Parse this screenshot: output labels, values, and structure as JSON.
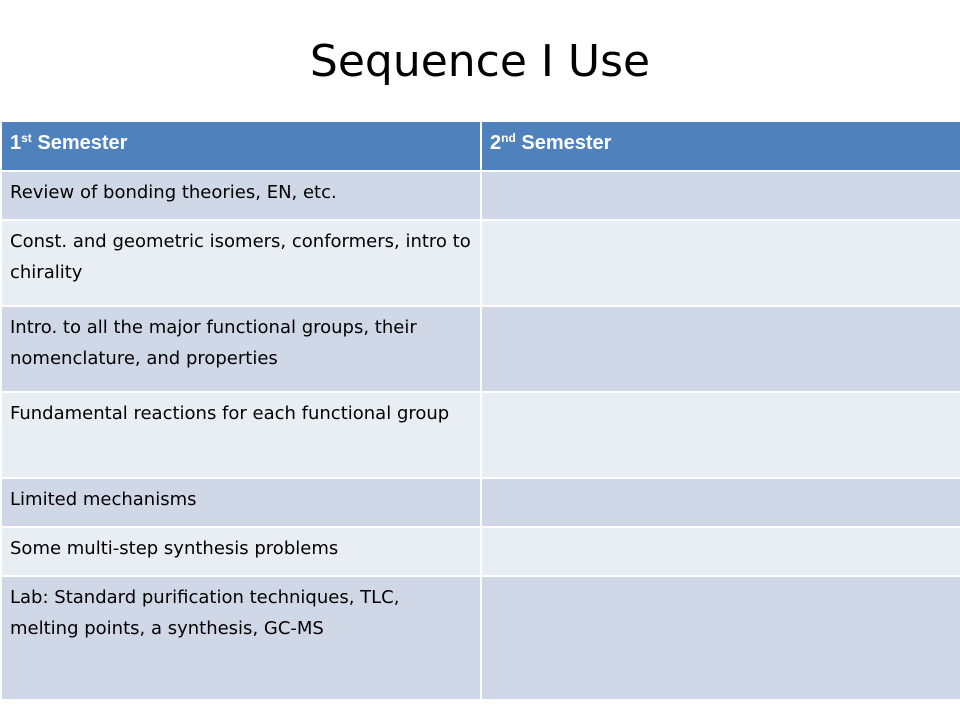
{
  "title": "Sequence I Use",
  "table": {
    "headers": [
      {
        "num": "1",
        "suffix": "st",
        "text": " Semester"
      },
      {
        "num": "2",
        "suffix": "nd",
        "text": " Semester"
      }
    ],
    "rows": [
      {
        "first": "Review of bonding theories, EN, etc.",
        "second": ""
      },
      {
        "first": "Const. and geometric isomers, conformers, intro to chirality",
        "second": ""
      },
      {
        "first": "Intro. to all the major functional groups, their nomenclature, and properties",
        "second": ""
      },
      {
        "first": "Fundamental reactions for each functional group",
        "second": ""
      },
      {
        "first": "Limited mechanisms",
        "second": ""
      },
      {
        "first": "Some multi-step synthesis problems",
        "second": ""
      },
      {
        "first": "Lab: Standard purification techniques, TLC, melting points, a synthesis, GC-MS",
        "second": ""
      }
    ]
  },
  "colors": {
    "header": "#4f81bd",
    "row_dark": "#d0d8e8",
    "row_light": "#e9edf4"
  }
}
